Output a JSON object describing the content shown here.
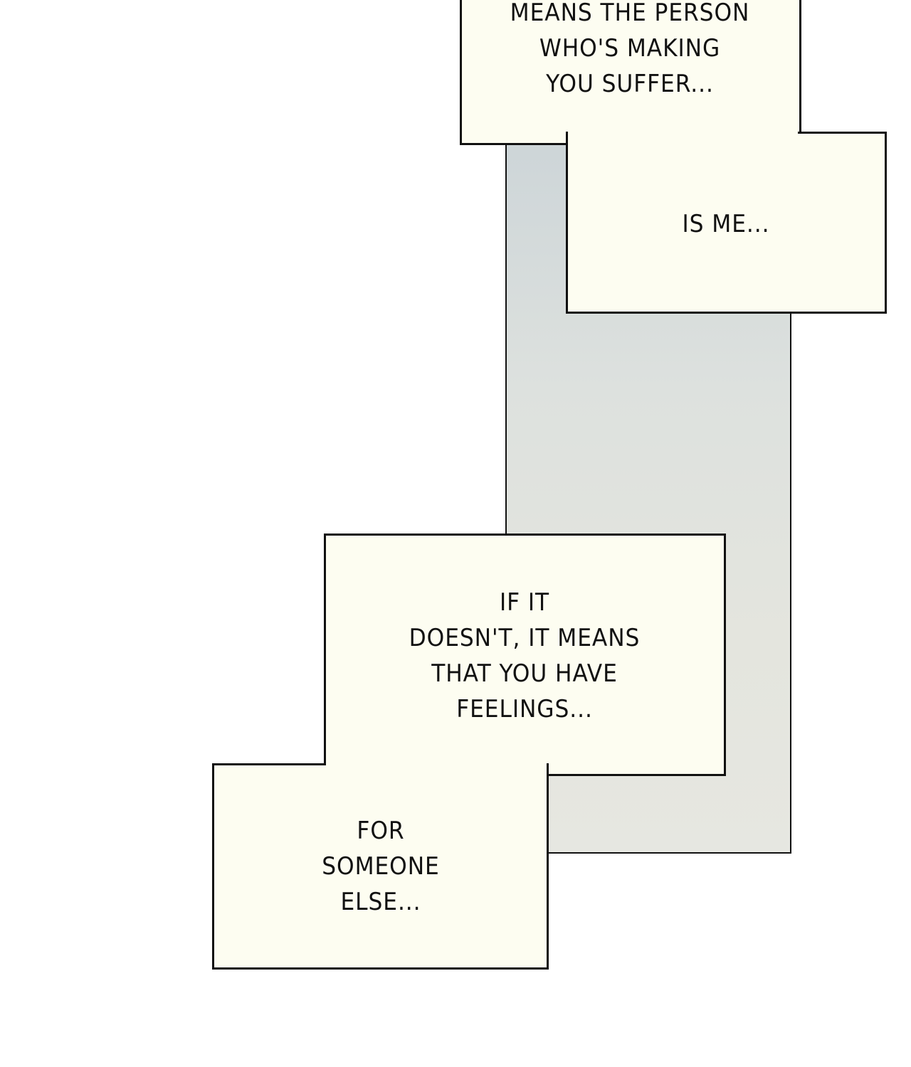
{
  "colors": {
    "page_background": "#ffffff",
    "caption_box_fill": "#fdfdf1",
    "caption_border": "#111111",
    "panel_gradient_top": "#cdd5d8",
    "panel_gradient_bottom": "#e6e7e1"
  },
  "captions": {
    "top": {
      "lines": [
        "MEANS THE PERSON",
        "WHO'S MAKING",
        "YOU SUFFER..."
      ]
    },
    "is_me": {
      "lines": [
        "IS ME..."
      ]
    },
    "feelings": {
      "lines": [
        "IF IT",
        "DOESN'T, IT MEANS",
        "THAT YOU HAVE",
        "FEELINGS..."
      ]
    },
    "someone_else": {
      "lines": [
        "FOR",
        "SOMEONE",
        "ELSE..."
      ]
    }
  }
}
